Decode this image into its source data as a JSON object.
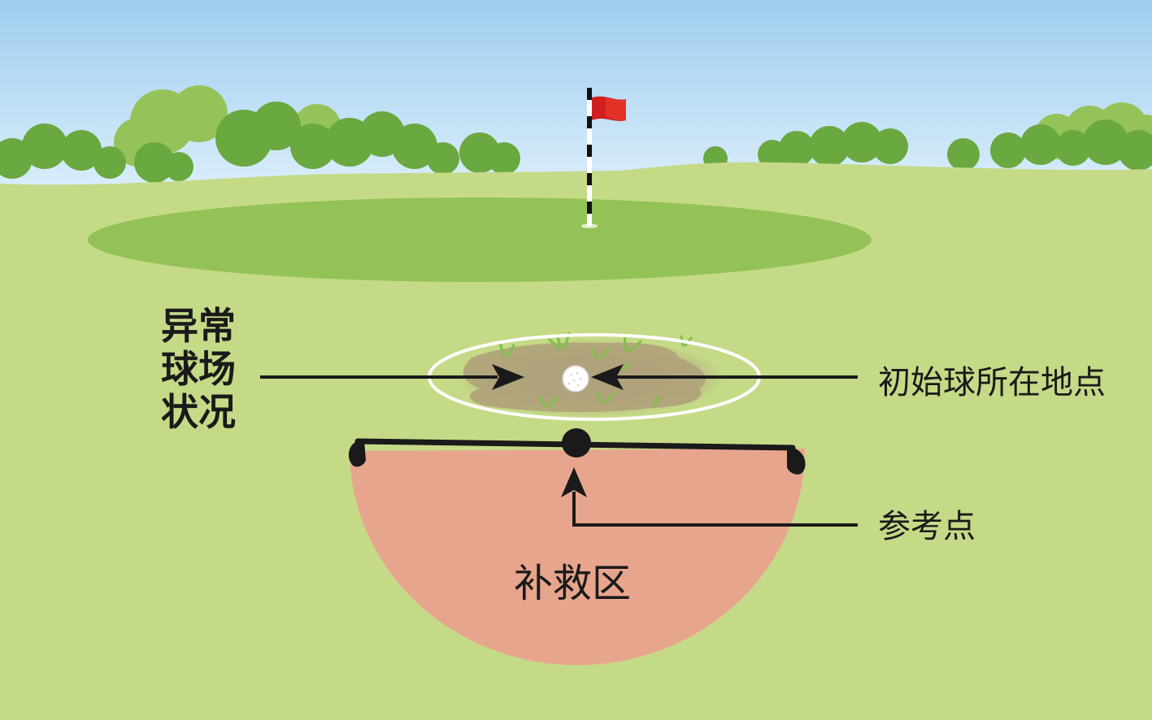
{
  "labels": {
    "abnormal_line1": "异常",
    "abnormal_line2": "球场",
    "abnormal_line3": "状况",
    "original_spot": "初始球所在地点",
    "reference_point": "参考点",
    "relief_area": "补救区"
  },
  "colors": {
    "sky_top": "#9ecdee",
    "sky_bottom": "#dbeefb",
    "fairway": "#c5da87",
    "green": "#93c256",
    "trees": "#6aa840",
    "trees_light": "#95c35a",
    "relief_area": "#e8a58e",
    "flag": "#d11f1f",
    "mud": "#b0a27a",
    "arrows": "#1a1a1a",
    "ball": "#ffffff"
  },
  "icons": {
    "flag": "flag-icon",
    "ball": "golf-ball-icon"
  }
}
